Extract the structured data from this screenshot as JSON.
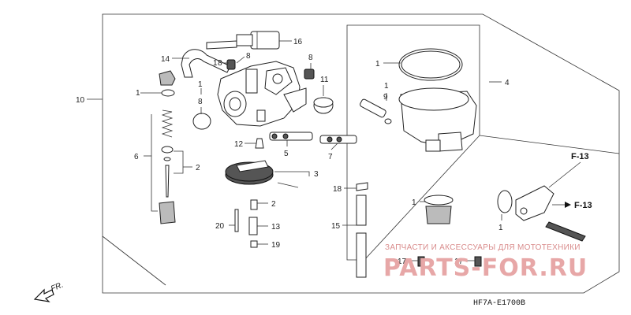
{
  "diagram": {
    "callouts": {
      "c1a": "1",
      "c1b": "1",
      "c1c": "1",
      "c1d": "1",
      "c1e": "1",
      "c1f": "1",
      "c2a": "2",
      "c2b": "2",
      "c3": "3",
      "c4": "4",
      "c5": "5",
      "c6": "6",
      "c7": "7",
      "c8a": "8",
      "c8b": "8",
      "c8c": "8",
      "c9": "9",
      "c10": "10",
      "c11": "11",
      "c12": "12",
      "c13": "13",
      "c14": "14",
      "c15": "15",
      "c16": "16",
      "c17a": "17",
      "c17b": "17",
      "c18": "18",
      "c19": "19",
      "c20": "20"
    },
    "frame_refs": {
      "top": "F-13",
      "right": "F-13"
    },
    "front_label": "FR.",
    "drawing_code": "HF7A-E1700B"
  },
  "watermark": {
    "tagline": "ЗАПЧАСТИ И АКСЕССУАРЫ ДЛЯ МОТОТЕХНИКИ",
    "brand": "PARTS-FOR.RU",
    "color": "#e7a7a7"
  }
}
